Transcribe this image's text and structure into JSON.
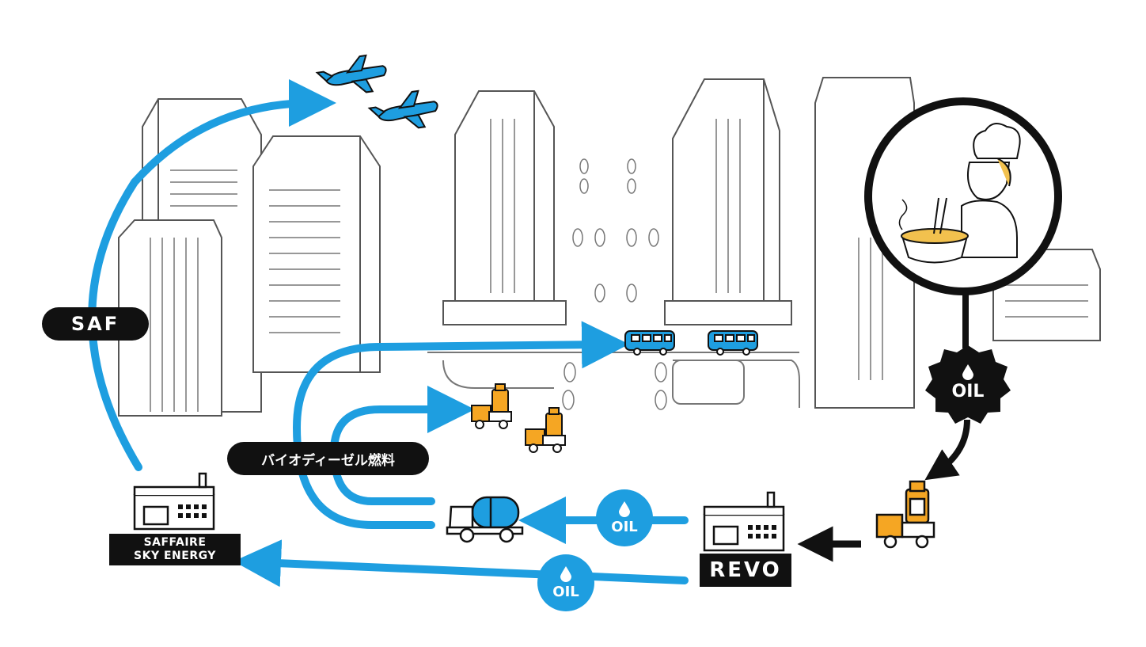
{
  "labels": {
    "saf": "SAF",
    "biodiesel": "バイオディーゼル燃料",
    "saffaire_line1": "SAFFAIRE",
    "saffaire_line2": "SKY ENERGY",
    "revo": "REVO"
  },
  "badges": {
    "oil_upper": "OIL",
    "oil_lower": "OIL",
    "oil_source": "OIL"
  },
  "icons": [
    "airplane-icon",
    "bus-icon",
    "tanker-truck-icon",
    "oil-truck-icon",
    "factory-icon",
    "oil-drop-icon",
    "chef-icon",
    "cooking-pot-icon"
  ],
  "colors": {
    "flow_blue": "#1e9ee0",
    "label_black": "#111111",
    "oil_orange": "#f5a623",
    "building_line": "#555555"
  }
}
